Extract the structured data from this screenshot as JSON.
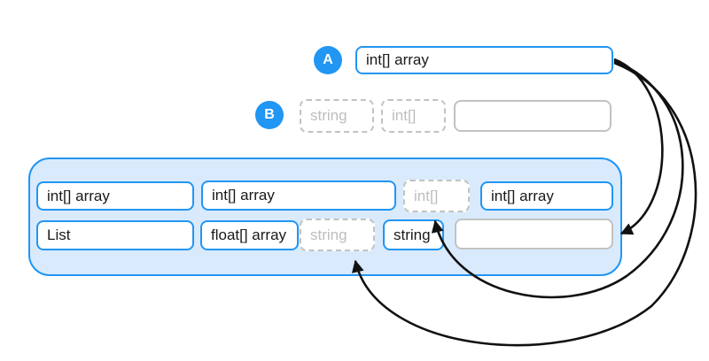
{
  "colors": {
    "accent": "#2196F3",
    "container_fill": "#d9eafc",
    "border_gray": "#c2c2c2",
    "text_gray": "#bdbdbd",
    "text_dark": "#1a1a1a",
    "arrow": "#111111"
  },
  "row_a": {
    "label": "A",
    "box": {
      "text": "int[] array",
      "style": "solid-blue"
    }
  },
  "row_b": {
    "label": "B",
    "boxes": [
      {
        "text": "string",
        "style": "dashed"
      },
      {
        "text": "int[]",
        "style": "dashed"
      },
      {
        "text": "",
        "style": "solid-gray-empty"
      }
    ]
  },
  "grid": {
    "rows": [
      [
        {
          "text": "int[] array",
          "style": "solid-blue"
        },
        {
          "text": "int[] array",
          "style": "solid-blue"
        },
        {
          "text": "int[]",
          "style": "dashed"
        },
        {
          "text": "int[] array",
          "style": "solid-blue"
        }
      ],
      [
        {
          "text": "List",
          "style": "solid-blue"
        },
        {
          "text": "float[] array",
          "style": "solid-blue"
        },
        {
          "text": "string",
          "style": "dashed"
        },
        {
          "text": "string",
          "style": "solid-blue"
        },
        {
          "text": "",
          "style": "solid-gray-empty"
        }
      ]
    ]
  },
  "connections": [
    {
      "from": "slot-a-int-array",
      "to": "grid-empty-slot",
      "shape": "curve-right-into-left-arrowhead"
    },
    {
      "from": "slot-a-int-array",
      "to": "grid-int-dashed-slot",
      "shape": "curve-right-under-container-up-arrowhead"
    },
    {
      "from": "slot-a-int-array",
      "to": "grid-string-dashed-slot",
      "shape": "outer-curve-right-under-container-up-arrowhead"
    }
  ]
}
